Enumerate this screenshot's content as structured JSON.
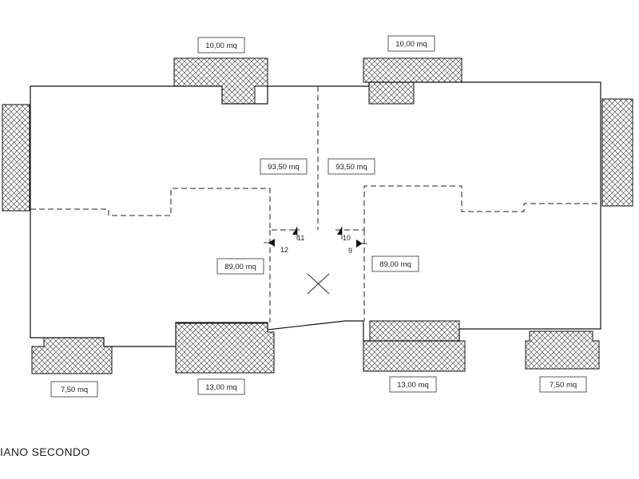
{
  "plan": {
    "areas": {
      "balcony_top_left": "10,00 mq",
      "balcony_top_right": "10,00 mq",
      "upper_left": "93,50 mq",
      "upper_right": "93,50 mq",
      "lower_left": "89,00 mq",
      "lower_right": "89,00 mq",
      "balcony_bottom_far_left": "7,50 mq",
      "balcony_bottom_left": "13,00 mq",
      "balcony_bottom_right": "13,00 mq",
      "balcony_bottom_far_right": "7,50 mq"
    },
    "section_marks": {
      "m9": "9",
      "m10": "10",
      "m11": "11",
      "m12": "12"
    },
    "caption": "IANO SECONDO"
  }
}
